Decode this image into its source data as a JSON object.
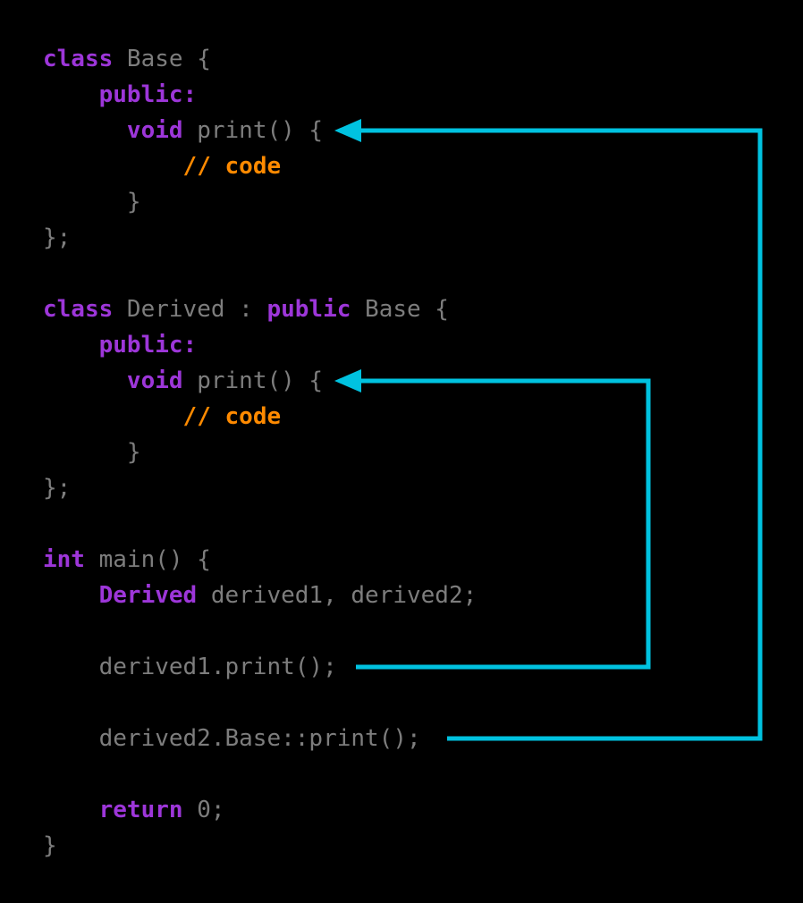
{
  "colors": {
    "background": "#000000",
    "keyword": "#9d36d9",
    "plain": "#7d7d7d",
    "comment": "#ff8a00",
    "arrow": "#00c2e0"
  },
  "code": {
    "language": "cpp",
    "lines": [
      [
        {
          "type": "kw",
          "text": "class"
        },
        {
          "type": "plain",
          "text": " Base {"
        }
      ],
      [
        {
          "type": "plain",
          "text": "    "
        },
        {
          "type": "kw",
          "text": "public:"
        }
      ],
      [
        {
          "type": "plain",
          "text": "      "
        },
        {
          "type": "kw",
          "text": "void"
        },
        {
          "type": "plain",
          "text": " print() {"
        }
      ],
      [
        {
          "type": "plain",
          "text": "          "
        },
        {
          "type": "comment",
          "text": "// code"
        }
      ],
      [
        {
          "type": "plain",
          "text": "      }"
        }
      ],
      [
        {
          "type": "plain",
          "text": "};"
        }
      ],
      [],
      [
        {
          "type": "kw",
          "text": "class"
        },
        {
          "type": "plain",
          "text": " Derived : "
        },
        {
          "type": "kw",
          "text": "public"
        },
        {
          "type": "plain",
          "text": " Base {"
        }
      ],
      [
        {
          "type": "plain",
          "text": "    "
        },
        {
          "type": "kw",
          "text": "public:"
        }
      ],
      [
        {
          "type": "plain",
          "text": "      "
        },
        {
          "type": "kw",
          "text": "void"
        },
        {
          "type": "plain",
          "text": " print() {"
        }
      ],
      [
        {
          "type": "plain",
          "text": "          "
        },
        {
          "type": "comment",
          "text": "// code"
        }
      ],
      [
        {
          "type": "plain",
          "text": "      }"
        }
      ],
      [
        {
          "type": "plain",
          "text": "};"
        }
      ],
      [],
      [
        {
          "type": "kw",
          "text": "int"
        },
        {
          "type": "plain",
          "text": " main() {"
        }
      ],
      [
        {
          "type": "plain",
          "text": "    "
        },
        {
          "type": "type",
          "text": "Derived"
        },
        {
          "type": "plain",
          "text": " derived1, derived2;"
        }
      ],
      [],
      [
        {
          "type": "plain",
          "text": "    derived1.print();"
        }
      ],
      [],
      [
        {
          "type": "plain",
          "text": "    derived2.Base::print();"
        }
      ],
      [],
      [
        {
          "type": "plain",
          "text": "    "
        },
        {
          "type": "kw",
          "text": "return"
        },
        {
          "type": "plain",
          "text": " 0;"
        }
      ],
      [
        {
          "type": "plain",
          "text": "}"
        }
      ]
    ]
  },
  "arrows": [
    {
      "name": "derived1-call-arrow",
      "from_text": "derived1.print();",
      "to_text": "void print() {"
    },
    {
      "name": "derived2-call-arrow",
      "from_text": "derived2.Base::print();",
      "to_text": "void print() {"
    }
  ]
}
